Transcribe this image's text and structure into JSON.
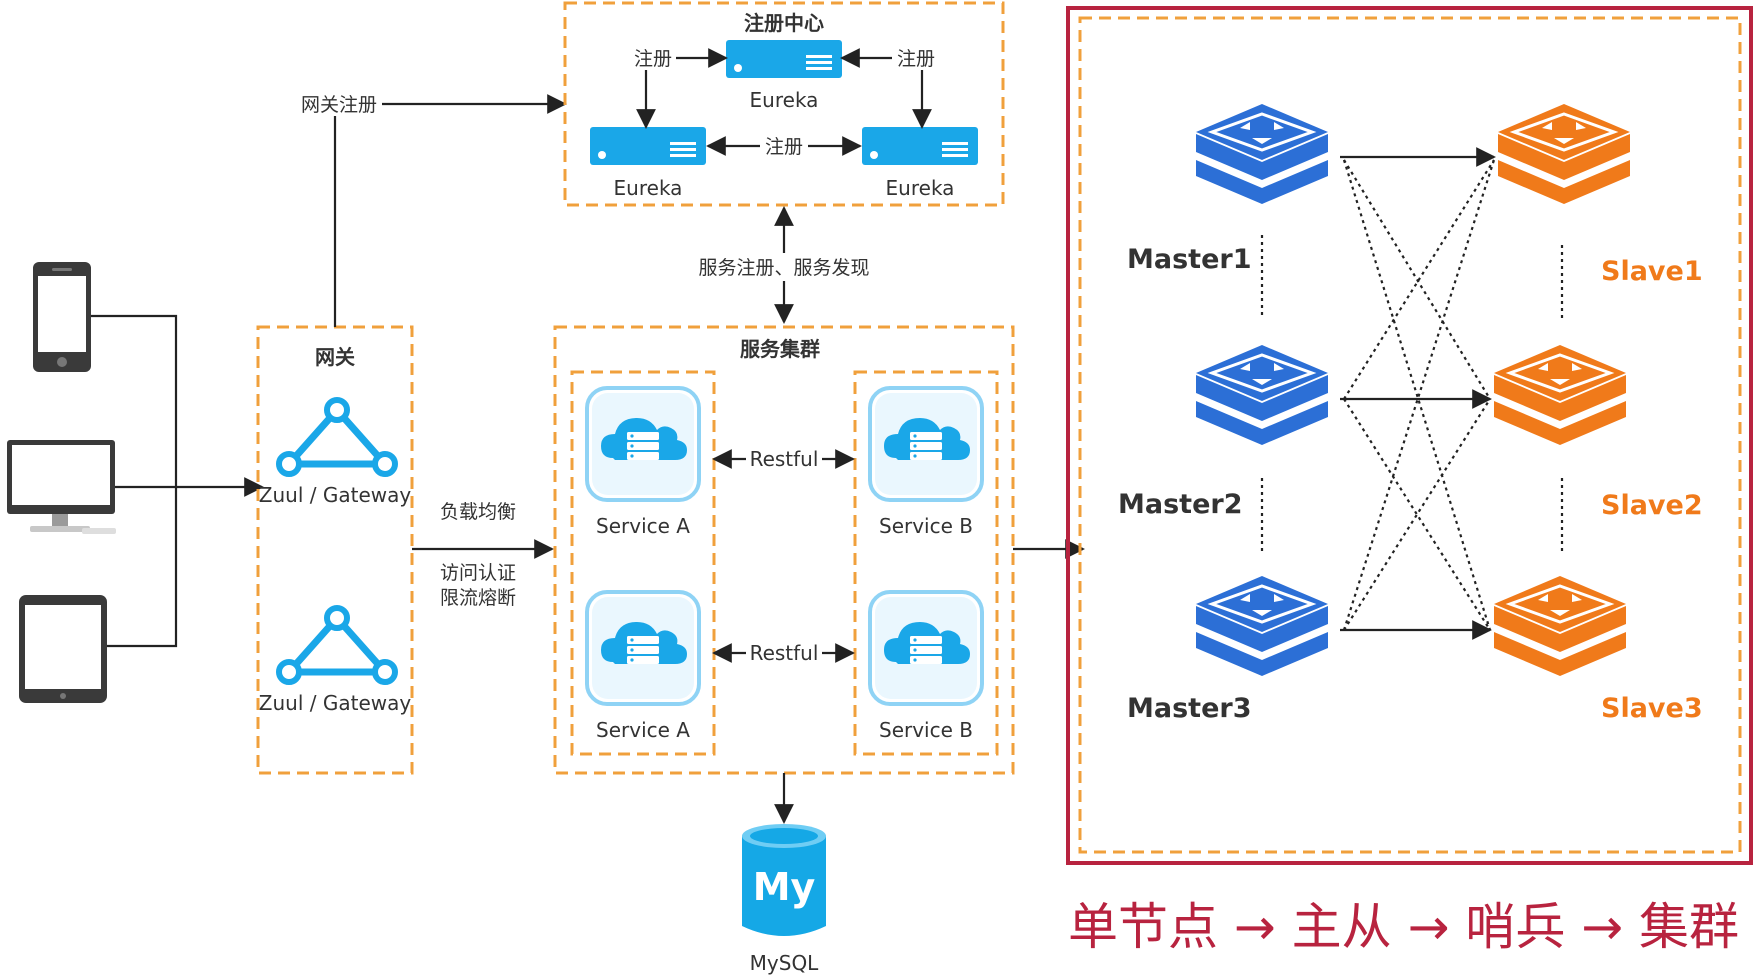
{
  "registry": {
    "title": "注册中心",
    "node_top": "Eureka",
    "node_left": "Eureka",
    "node_right": "Eureka",
    "reg_left": "注册",
    "reg_right": "注册",
    "reg_middle": "注册"
  },
  "gateway_register": "网关注册",
  "service_discovery": "服务注册、服务发现",
  "gateway": {
    "title": "网关",
    "node1": "Zuul / Gateway",
    "node2": "Zuul / Gateway"
  },
  "gateway_features": {
    "line1": "负载均衡",
    "line2": "访问认证",
    "line3": "限流熔断"
  },
  "cluster": {
    "title": "服务集群",
    "service_a1": "Service A",
    "service_b1": "Service B",
    "service_a2": "Service A",
    "service_b2": "Service B",
    "restful1": "Restful",
    "restful2": "Restful"
  },
  "database": {
    "logo": "My",
    "label": "MySQL"
  },
  "redis": {
    "masters": [
      "Master1",
      "Master2",
      "Master3"
    ],
    "slaves": [
      "Slave1",
      "Slave2",
      "Slave3"
    ]
  },
  "caption": "单节点 → 主从 → 哨兵 → 集群",
  "colors": {
    "eureka_blue": "#1aa7e8",
    "dash_orange": "#f0a03c",
    "redis_blue": "#2c6fd6",
    "redis_orange": "#f07a1a",
    "highlight_red": "#b8233f",
    "mysql_blue": "#15a8e6"
  },
  "icons": [
    "phone-icon",
    "desktop-icon",
    "tablet-icon",
    "triangle-network-icon",
    "server-icon",
    "cloud-server-icon",
    "redis-stack-icon",
    "mysql-db-icon"
  ]
}
